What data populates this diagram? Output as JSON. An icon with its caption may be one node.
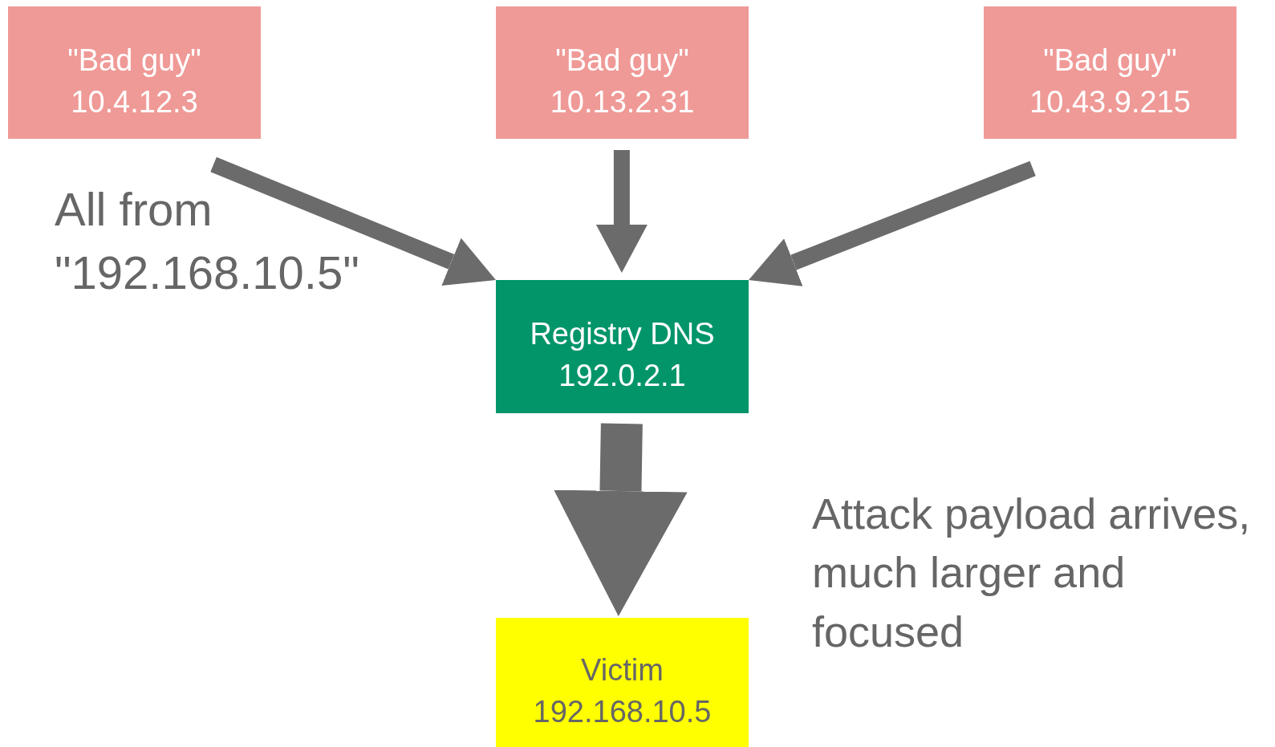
{
  "diagram": {
    "nodes": [
      {
        "text": [
          "\"Bad guy\" 10.4.12.3"
        ]
      },
      {
        "text": [
          "\"Bad guy\" 10.13.2.31"
        ]
      },
      {
        "text": [
          "\"Bad guy\" 10.43.9.215"
        ]
      },
      {
        "text": [
          "Registry DNS 192.0.2.1"
        ]
      },
      {
        "text": [
          "Victim 192.168.10.5"
        ]
      }
    ],
    "edges": [
      {
        "from": 0,
        "to": 3,
        "arrow": "to"
      },
      {
        "from": 1,
        "to": 3,
        "arrow": "to"
      },
      {
        "from": 2,
        "to": 3,
        "arrow": "to"
      },
      {
        "from": 3,
        "to": 4,
        "arrow": "to",
        "style": "thick"
      }
    ],
    "labels": [
      "All from \"192.168.10.5\"",
      "Attack payload arrives, much larger and focused"
    ]
  }
}
